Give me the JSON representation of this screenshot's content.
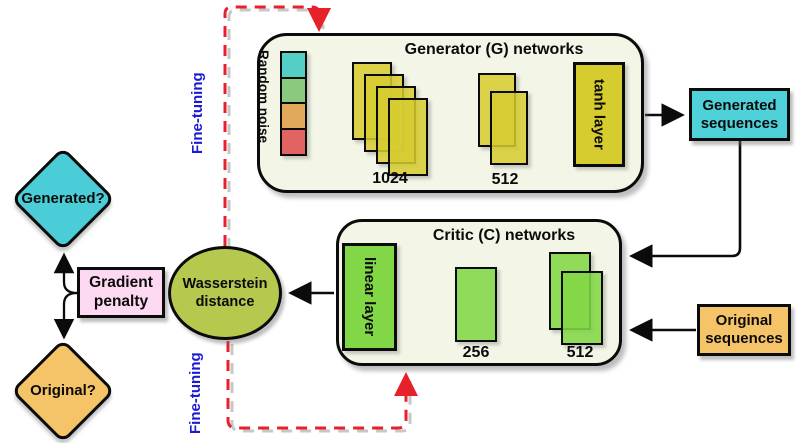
{
  "diagram": {
    "generator": {
      "title": "Generator (G) networks",
      "noise_label": "Random noise",
      "noise_colors": [
        "#54cfc6",
        "#8bc97e",
        "#e2a85c",
        "#e26462"
      ],
      "hidden1_label": "1024",
      "hidden2_label": "512",
      "output_label": "tanh layer",
      "layer_color": "#d6cc30"
    },
    "critic": {
      "title": "Critic (C) networks",
      "input_label": "512",
      "hidden_label": "256",
      "output_label": "linear layer",
      "layer_color": "#82d746"
    },
    "generated_sequences": {
      "label": "Generated sequences",
      "color": "#4ed1d9"
    },
    "original_sequences": {
      "label": "Original sequences",
      "color": "#f6c468"
    },
    "wasserstein": {
      "label": "Wasserstein distance",
      "color": "#b6c94e"
    },
    "gradient_penalty": {
      "label": "Gradient penalty",
      "color": "#fcd9f0"
    },
    "generated_question": {
      "label": "Generated?",
      "color": "#4acdd6"
    },
    "original_question": {
      "label": "Original?",
      "color": "#f6c468"
    },
    "finetuning_top": {
      "label": "Fine-tuning"
    },
    "finetuning_bottom": {
      "label": "Fine-tuning"
    },
    "feedback_color": "#e62129",
    "finetuning_text_color": "#1b1bd4"
  }
}
